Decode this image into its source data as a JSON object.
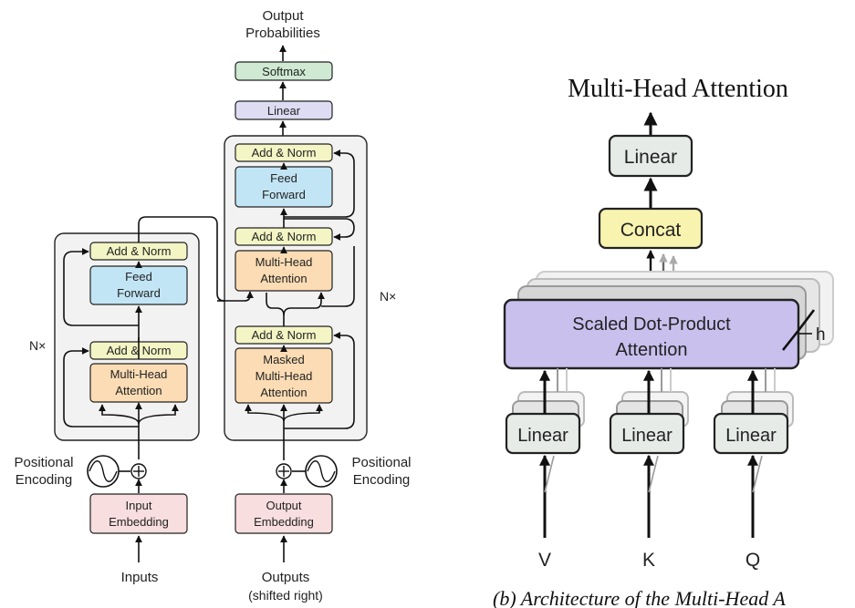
{
  "transformer": {
    "output_probabilities": [
      "Output",
      "Probabilities"
    ],
    "softmax": "Softmax",
    "linear": "Linear",
    "add_norm": "Add & Norm",
    "feed_forward": [
      "Feed",
      "Forward"
    ],
    "multi_head_attention": [
      "Multi-Head",
      "Attention"
    ],
    "masked_multi_head_attention": [
      "Masked",
      "Multi-Head",
      "Attention"
    ],
    "nx": "N×",
    "positional_encoding": [
      "Positional",
      "Encoding"
    ],
    "input_embedding": [
      "Input",
      "Embedding"
    ],
    "output_embedding": [
      "Output",
      "Embedding"
    ],
    "inputs": "Inputs",
    "outputs": [
      "Outputs",
      "(shifted right)"
    ]
  },
  "mha": {
    "title": "Multi-Head Attention",
    "linear": "Linear",
    "concat": "Concat",
    "sdpa": [
      "Scaled Dot-Product",
      "Attention"
    ],
    "h": "h",
    "v": "V",
    "k": "K",
    "q": "Q",
    "caption_partial": "(b) Architecture of the Multi-Head A"
  },
  "colors": {
    "add_norm": "#f3f5c4",
    "feed_forward": "#c2e5f5",
    "attention": "#fbdcb4",
    "embedding": "#f8dede",
    "linear": "#dddcf3",
    "softmax": "#cfe9d2",
    "stack_bg": "#f2f2f2",
    "mha_linear": "#e6ebe8",
    "mha_concat": "#f9f3b0",
    "mha_sdpa": "#c9c0ee"
  }
}
